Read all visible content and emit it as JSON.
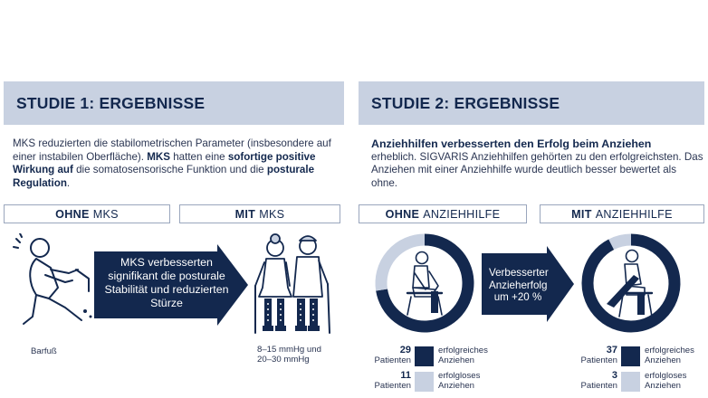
{
  "study1": {
    "title": "STUDIE 1: ERGEBNISSE",
    "text_part1": "MKS reduzierten die stabilometrischen Parameter (insbesondere auf einer instabilen Oberfläche). ",
    "text_bold1": "MKS",
    "text_part2": " hatten eine ",
    "text_bold2": "sofortige positive Wirkung auf",
    "text_part3": " die somatosensorische Funktion und die ",
    "text_bold3": "posturale Regulation",
    "text_part4": ".",
    "tag_left_bold": "OHNE",
    "tag_left_rest": "MKS",
    "tag_right_bold": "MIT",
    "tag_right_rest": "MKS",
    "arrow_text": "MKS verbesserten signifikant die posturale Stabilität und reduzierten Stürze",
    "note_left": "Barfuß",
    "note_right_line1": "8–15 mmHg und",
    "note_right_line2": "20–30 mmHg"
  },
  "study2": {
    "title": "STUDIE 2: ERGEBNISSE",
    "lead": "Anziehhilfen verbesserten den Erfolg beim Anziehen",
    "text": "erheblich. SIGVARIS Anziehhilfen gehörten zu den erfolgreichsten. Das Anziehen mit einer Anziehhilfe wurde deutlich besser bewertet als ohne.",
    "tag_left_bold": "OHNE",
    "tag_left_rest": "ANZIEHHILFE",
    "tag_right_bold": "MIT",
    "tag_right_rest": "ANZIEHHILFE",
    "arrow_text": "Verbesserter Anzieherfolg um +20 %",
    "without": {
      "success": 29,
      "fail": 11
    },
    "with": {
      "success": 37,
      "fail": 3
    },
    "patients_label": "Patienten",
    "success_label": "erfolgreiches Anziehen",
    "fail_label": "erfolgloses Anziehen",
    "colors": {
      "dark": "#13284e",
      "light": "#c8d1e1"
    }
  }
}
